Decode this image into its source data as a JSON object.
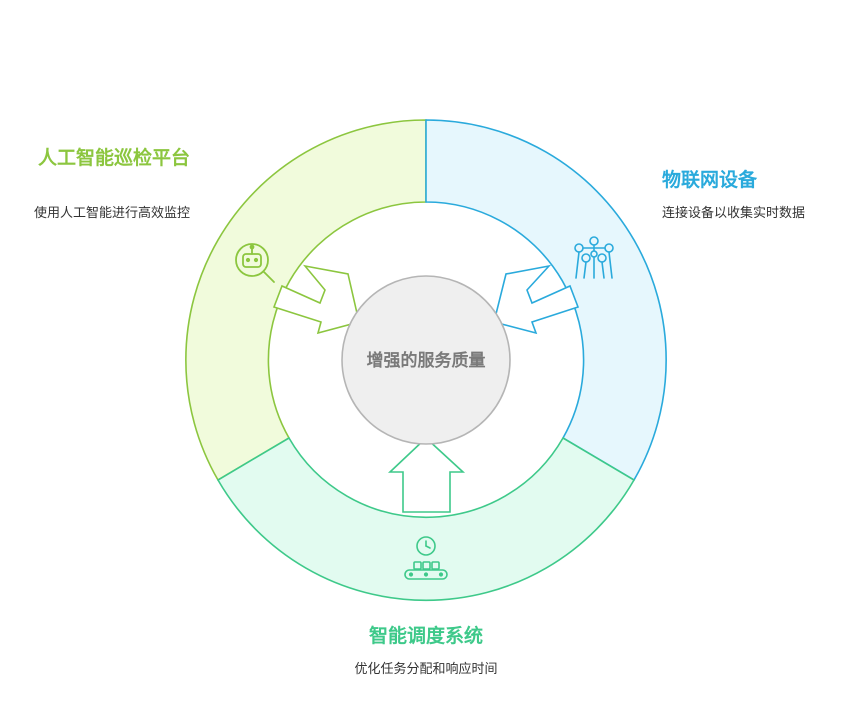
{
  "center": {
    "label": "增强的服务质量"
  },
  "segments": {
    "left": {
      "title": "人工智能巡检平台",
      "description": "使用人工智能进行高效监控",
      "icon": "robot-search-icon",
      "color": "#8cc63f",
      "fill": "#f1fbdc"
    },
    "right": {
      "title": "物联网设备",
      "description": "连接设备以收集实时数据",
      "icon": "network-nodes-icon",
      "color": "#2aaadc",
      "fill": "#e6f7fd"
    },
    "bottom": {
      "title": "智能调度系统",
      "description": "优化任务分配和响应时间",
      "icon": "clock-conveyor-icon",
      "color": "#3ec98a",
      "fill": "#e2fbf0"
    }
  }
}
